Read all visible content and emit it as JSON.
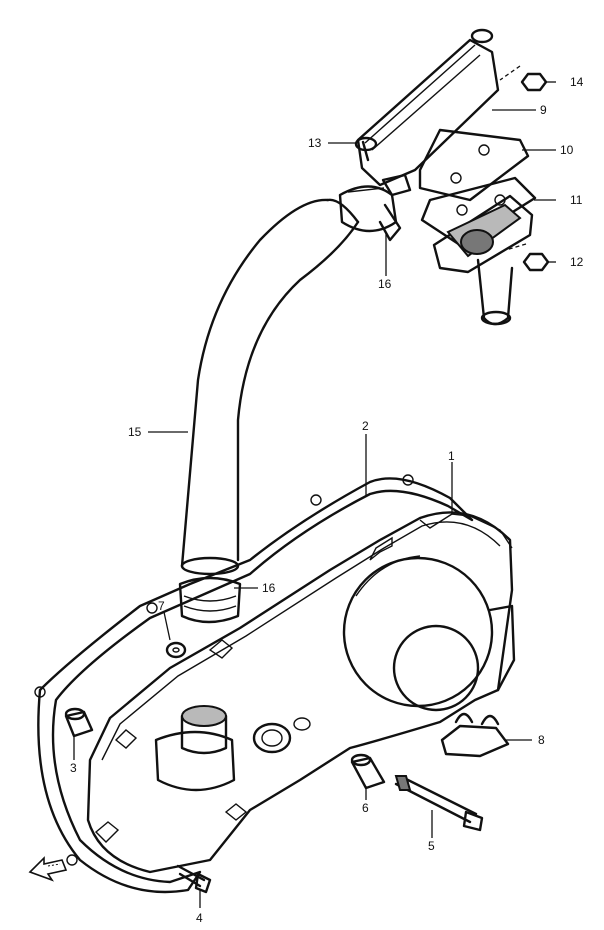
{
  "callouts": {
    "c1": "1",
    "c2": "2",
    "c3": "3",
    "c4": "4",
    "c5": "5",
    "c6": "6",
    "c7": "7",
    "c8": "8",
    "c9": "9",
    "c10": "10",
    "c11": "11",
    "c12": "12",
    "c13": "13",
    "c14": "14",
    "c15": "15",
    "c16a": "16",
    "c16b": "16"
  },
  "icons": {
    "front_arrow": "arrow-down-left-icon"
  }
}
